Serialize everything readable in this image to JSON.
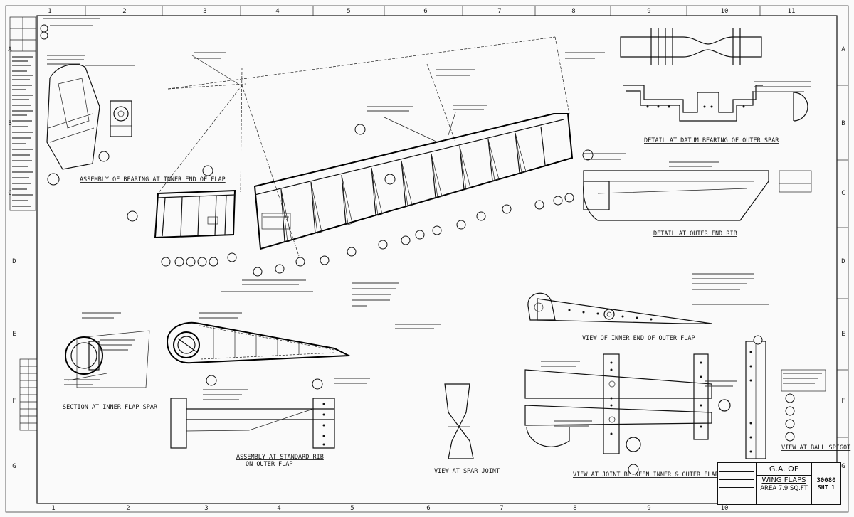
{
  "grid": {
    "top": [
      "1",
      "2",
      "3",
      "4",
      "5",
      "6",
      "7",
      "8",
      "9",
      "10",
      "11"
    ],
    "bottom": [
      "1",
      "2",
      "3",
      "4",
      "5",
      "6",
      "7",
      "8",
      "9",
      "10"
    ],
    "left": [
      "A",
      "B",
      "C",
      "D",
      "E",
      "F",
      "G"
    ],
    "right": [
      "A",
      "B",
      "C",
      "D",
      "E",
      "F",
      "G"
    ]
  },
  "labels": {
    "assembly_inner": "ASSEMBLY OF BEARING AT INNER END OF FLAP",
    "detail_datum": "DETAIL AT DATUM BEARING OF OUTER SPAR",
    "detail_outer": "DETAIL AT OUTER END RIB",
    "view_inner_outer": "VIEW OF INNER END OF OUTER FLAP",
    "section_inner": "SECTION AT INNER FLAP SPAR",
    "assembly_standard": "ASSEMBLY AT STANDARD RIB",
    "on_outer": "ON OUTER FLAP",
    "view_spar_joint": "VIEW AT SPAR JOINT",
    "view_joint": "VIEW AT JOINT BETWEEN INNER & OUTER FLAPS",
    "view_ball": "VIEW AT BALL SPIGOT"
  },
  "title_block": {
    "line1": "G.A. OF",
    "line2": "WING FLAPS",
    "line3": "AREA 7.9 SQ.FT",
    "drawing_no": "30080",
    "sheet": "SHT 1"
  }
}
